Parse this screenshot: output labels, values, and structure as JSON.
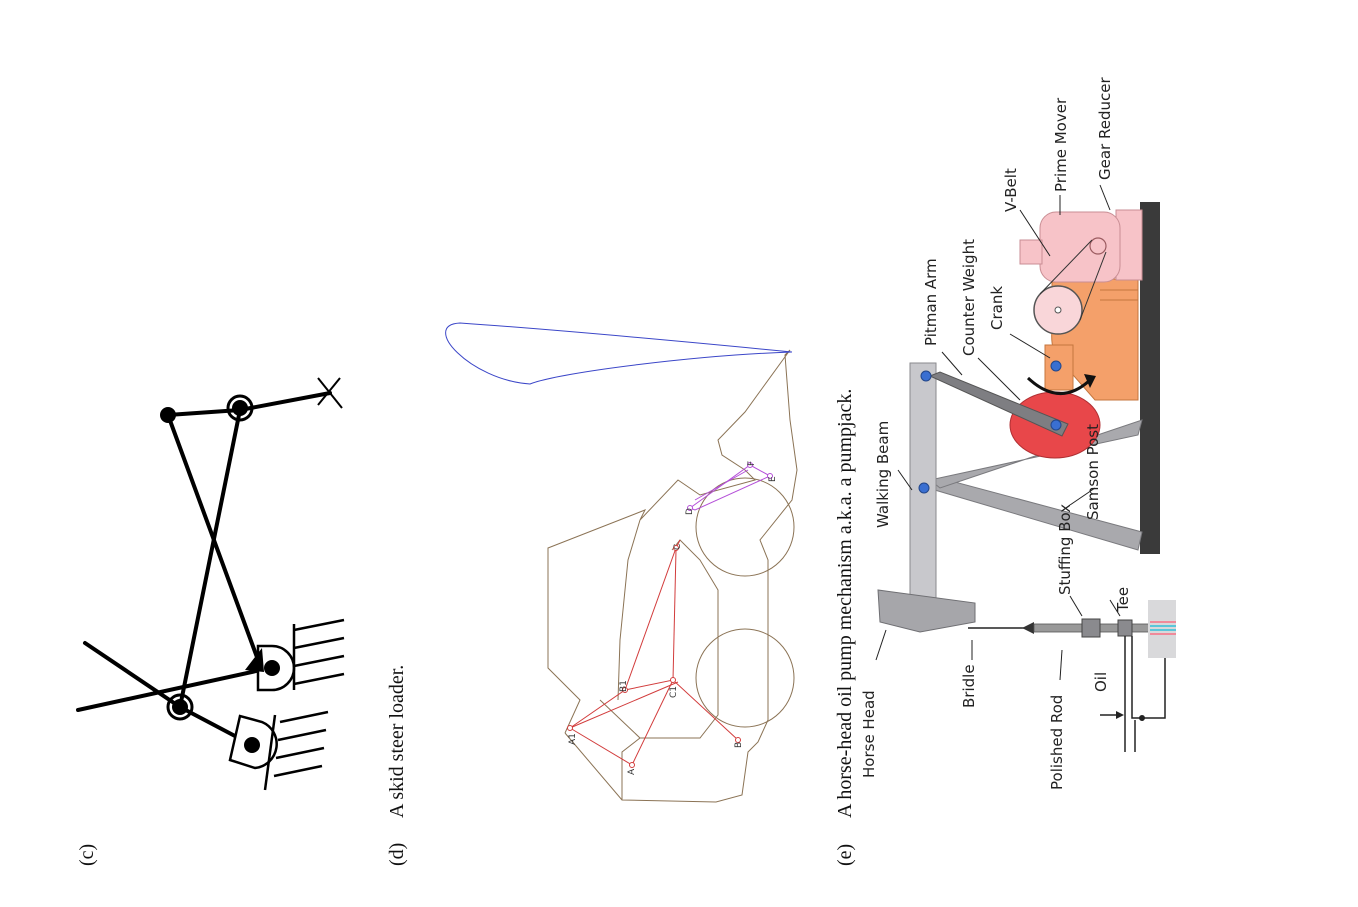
{
  "panel_c": {
    "label": "(c)"
  },
  "panel_d": {
    "label": "(d)",
    "caption": "A skid steer loader.",
    "points": {
      "a1": "A1",
      "a": "A",
      "b1": "B1",
      "b": "B",
      "c1": "C1",
      "c": "C",
      "d": "D",
      "e": "E",
      "f": "F"
    },
    "colors": {
      "body": "#8b7355",
      "linkage": "#d23c3c",
      "arm": "#b44fd8",
      "path": "#3b46c8"
    }
  },
  "panel_e": {
    "label": "(e)",
    "caption": "A horse-head oil pump mechanism a.k.a. a pumpjack.",
    "labels": {
      "horse_head": "Horse Head",
      "bridle": "Bridle",
      "polished_rod": "Polished Rod",
      "oil": "Oil",
      "walking_beam": "Walking Beam",
      "stuffing_box": "Stuffing Box",
      "tee": "Tee",
      "samson_post": "Samson Post",
      "pitman_arm": "Pitman Arm",
      "counter_weight": "Counter Weight",
      "crank": "Crank",
      "v_belt": "V-Belt",
      "prime_mover": "Prime Mover",
      "gear_reducer": "Gear Reducer"
    },
    "colors": {
      "beam": "#c8c8cc",
      "weight": "#e8474a",
      "gear": "#f4a06a",
      "motor": "#f7c3c8",
      "pin": "#3a6fd1"
    }
  }
}
